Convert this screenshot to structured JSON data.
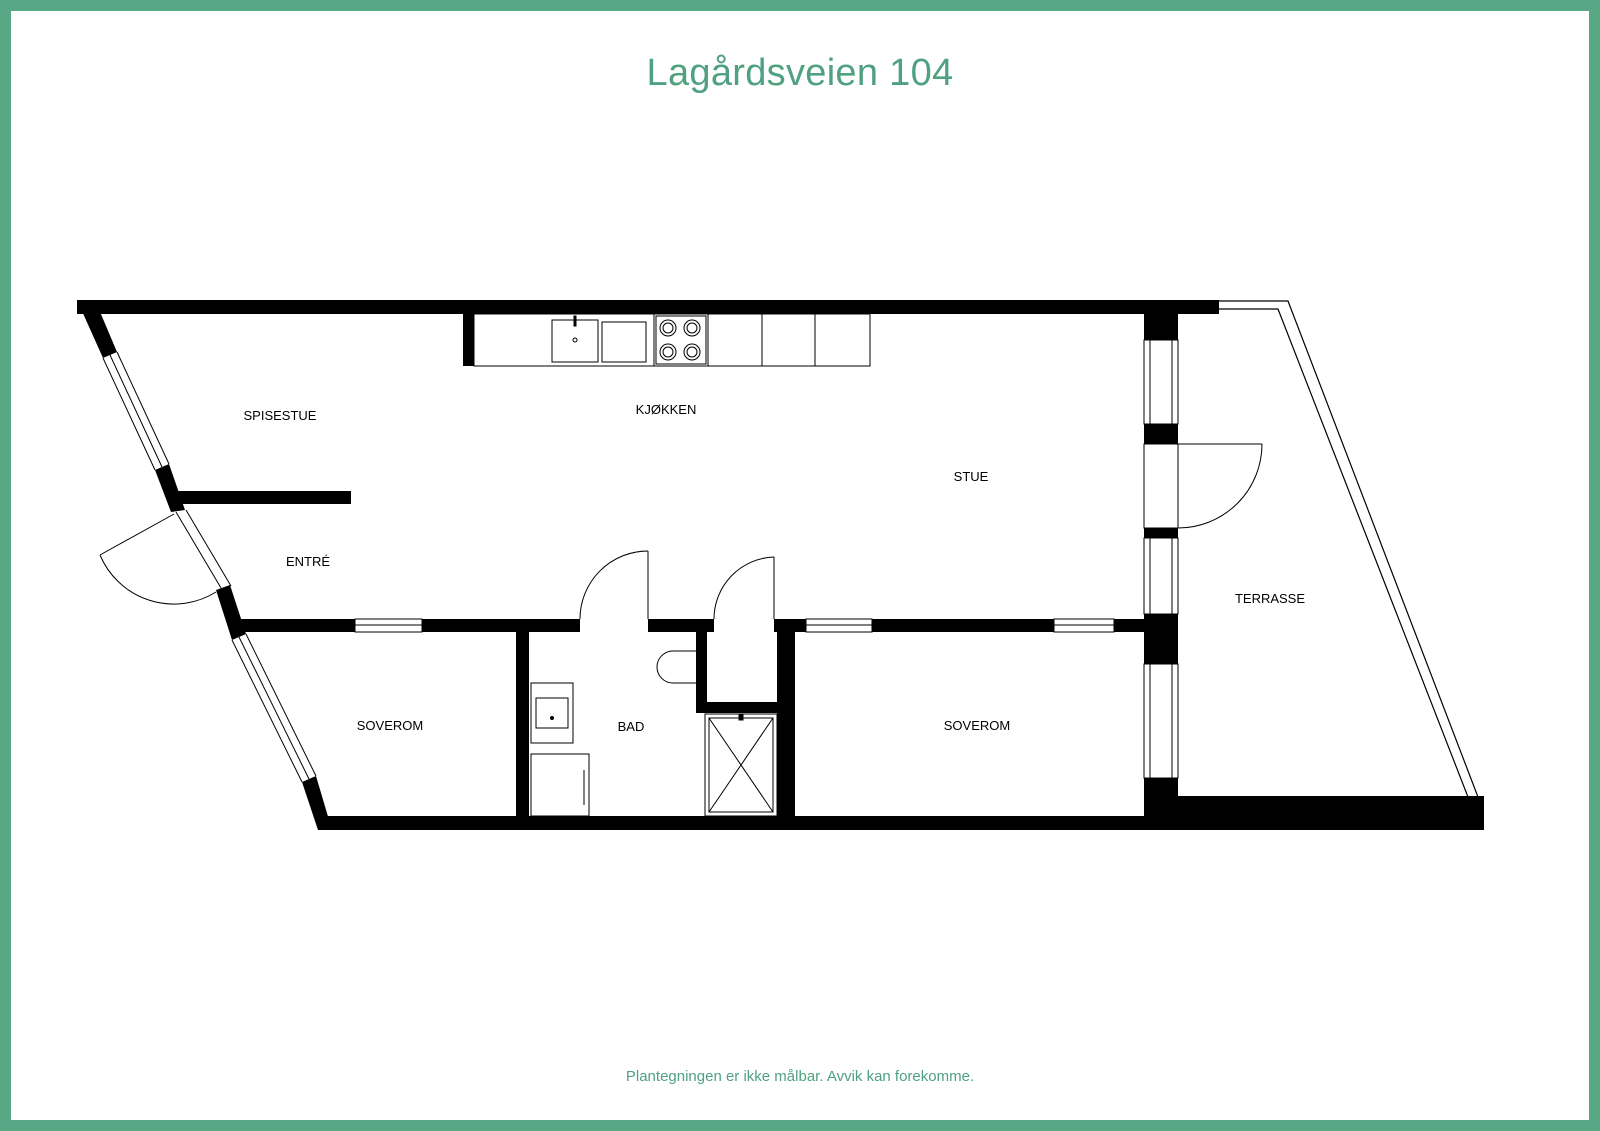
{
  "title": "Lagårdsveien 104",
  "disclaimer": "Plantegningen er ikke målbar. Avvik kan forekomme.",
  "rooms": {
    "spisestue": "SPISESTUE",
    "kjokken": "KJØKKEN",
    "stue": "STUE",
    "entre": "ENTRÉ",
    "terrasse": "TERRASSE",
    "soverom_left": "SOVEROM",
    "bad": "BAD",
    "soverom_right": "SOVEROM"
  },
  "colors": {
    "frame": "#59a885",
    "title": "#4fa181",
    "wall": "#000000"
  }
}
